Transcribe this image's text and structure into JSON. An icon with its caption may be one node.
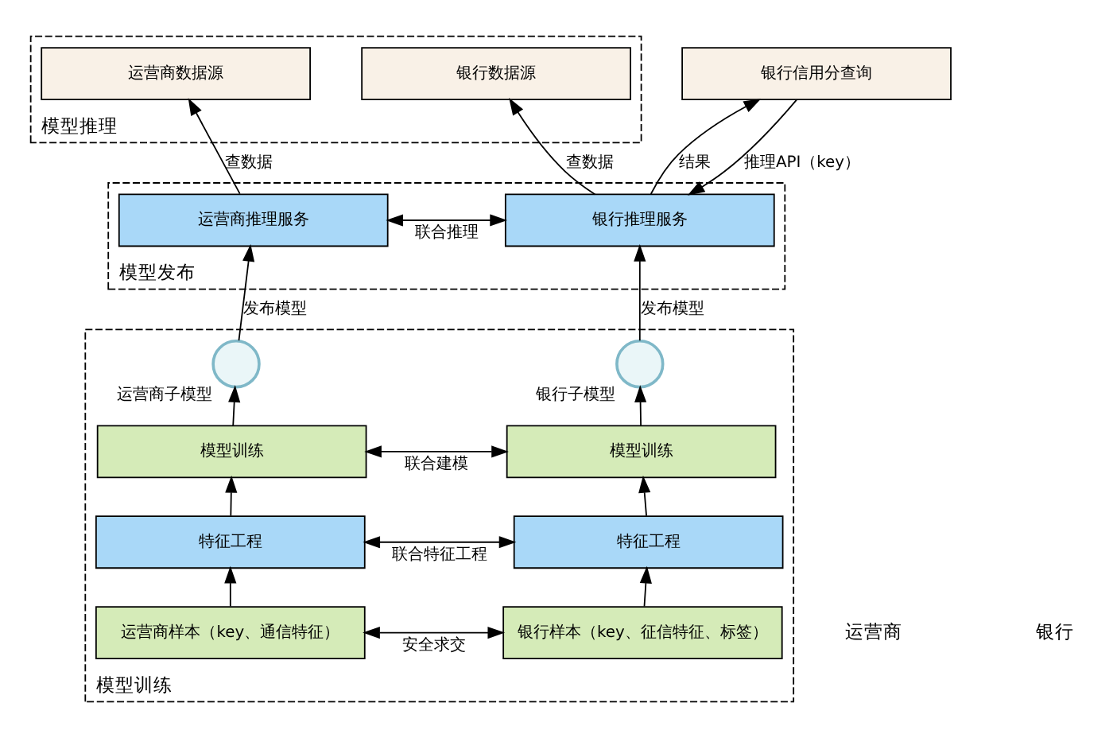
{
  "diagram": {
    "nodes": [
      {
        "text": [
          "模型推理"
        ]
      },
      {
        "text": [
          "运营商数据源"
        ],
        "in": 0
      },
      {
        "text": [
          "银行数据源"
        ],
        "in": 0
      },
      {
        "text": [
          "模型发布"
        ]
      },
      {
        "text": [
          "运营商推理服务"
        ],
        "in": 3
      },
      {
        "text": [
          "银行推理服务"
        ],
        "in": 3
      },
      {
        "text": [
          "模型训练"
        ]
      },
      {
        "text": [],
        "shape": "circle",
        "beside": [
          "运营商子模型"
        ],
        "in": 6
      },
      {
        "text": [],
        "shape": "circle",
        "beside": [
          "银行子模型"
        ],
        "in": 6
      },
      {
        "text": [
          "模型训练"
        ],
        "in": 6
      },
      {
        "text": [
          "模型训练"
        ],
        "in": 6
      },
      {
        "text": [
          "特征工程"
        ],
        "in": 6
      },
      {
        "text": [
          "特征工程"
        ],
        "in": 6
      },
      {
        "text": [
          "运营商样本（key、通信特征）"
        ],
        "in": 6
      },
      {
        "text": [
          "银行样本（key、征信特征、标签）"
        ],
        "in": 6
      },
      {
        "text": [
          "银行信用分查询"
        ]
      }
    ],
    "edges": [
      {
        "from": 13,
        "to": 11,
        "arrow": "to"
      },
      {
        "from": 11,
        "to": 9,
        "arrow": "to"
      },
      {
        "from": 9,
        "to": 7,
        "arrow": "to"
      },
      {
        "from": 7,
        "to": 4,
        "arrow": "to",
        "label": "发布模型"
      },
      {
        "from": 4,
        "to": 1,
        "arrow": "to",
        "label": "查数据"
      },
      {
        "from": 14,
        "to": 12,
        "arrow": "to"
      },
      {
        "from": 12,
        "to": 10,
        "arrow": "to"
      },
      {
        "from": 10,
        "to": 8,
        "arrow": "to"
      },
      {
        "from": 8,
        "to": 5,
        "arrow": "to",
        "label": "发布模型"
      },
      {
        "from": 5,
        "to": 2,
        "arrow": "to",
        "label": "查数据"
      },
      {
        "from": 13,
        "to": 14,
        "arrow": "both",
        "label": "安全求交"
      },
      {
        "from": 11,
        "to": 12,
        "arrow": "both",
        "label": "联合特征工程"
      },
      {
        "from": 9,
        "to": 10,
        "arrow": "both",
        "label": "联合建模"
      },
      {
        "from": 4,
        "to": 5,
        "arrow": "both",
        "label": "联合推理"
      },
      {
        "from": 15,
        "to": 5,
        "arrow": "to",
        "label": "推理API（key）"
      },
      {
        "from": 5,
        "to": 15,
        "arrow": "to",
        "label": "结果"
      }
    ],
    "labels": [
      "运营商",
      "银行"
    ]
  }
}
